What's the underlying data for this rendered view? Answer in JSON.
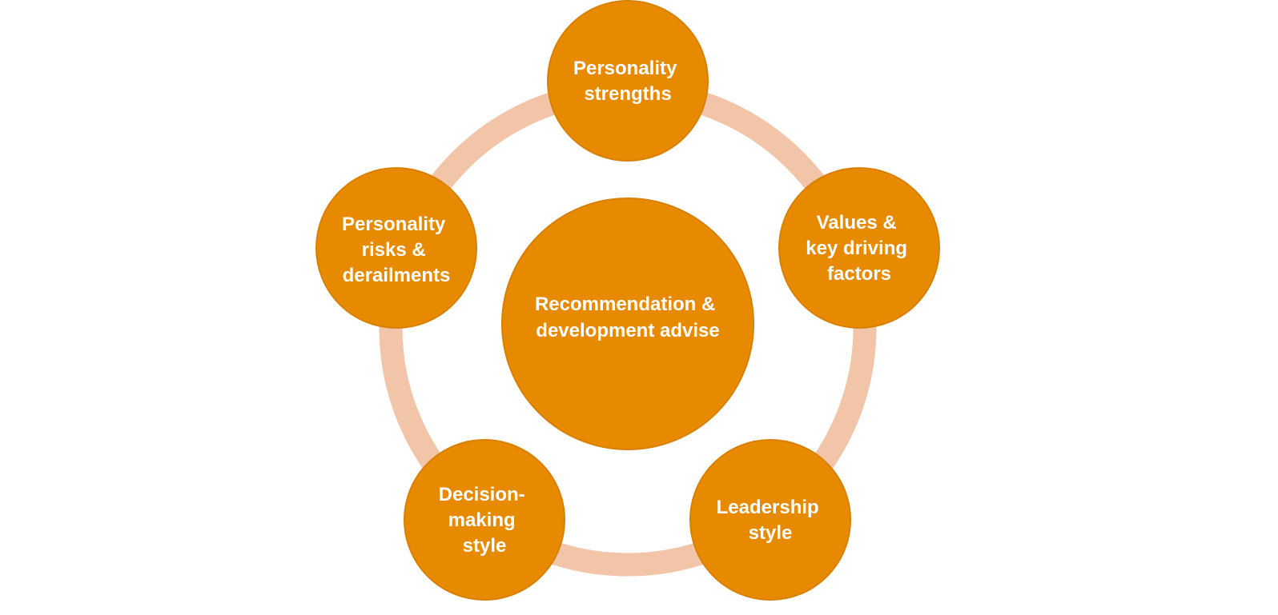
{
  "diagram": {
    "colors": {
      "ring": "#f2c4a8",
      "node_fill": "#e88a00",
      "node_stroke": "#d97f00",
      "text": "#ffffff"
    },
    "center": {
      "lines": [
        "Recommendation &",
        "development advise"
      ]
    },
    "nodes": [
      {
        "id": "personality-strengths",
        "lines": [
          "Personality",
          "strengths"
        ]
      },
      {
        "id": "values-key-driving-factors",
        "lines": [
          "Values &",
          "key driving",
          "factors"
        ]
      },
      {
        "id": "leadership-style",
        "lines": [
          "Leadership",
          "style"
        ]
      },
      {
        "id": "decision-making-style",
        "lines": [
          "Decision-",
          "making",
          "style"
        ]
      },
      {
        "id": "personality-risks-derailments",
        "lines": [
          "Personality",
          "risks &",
          "derailments"
        ]
      }
    ]
  }
}
